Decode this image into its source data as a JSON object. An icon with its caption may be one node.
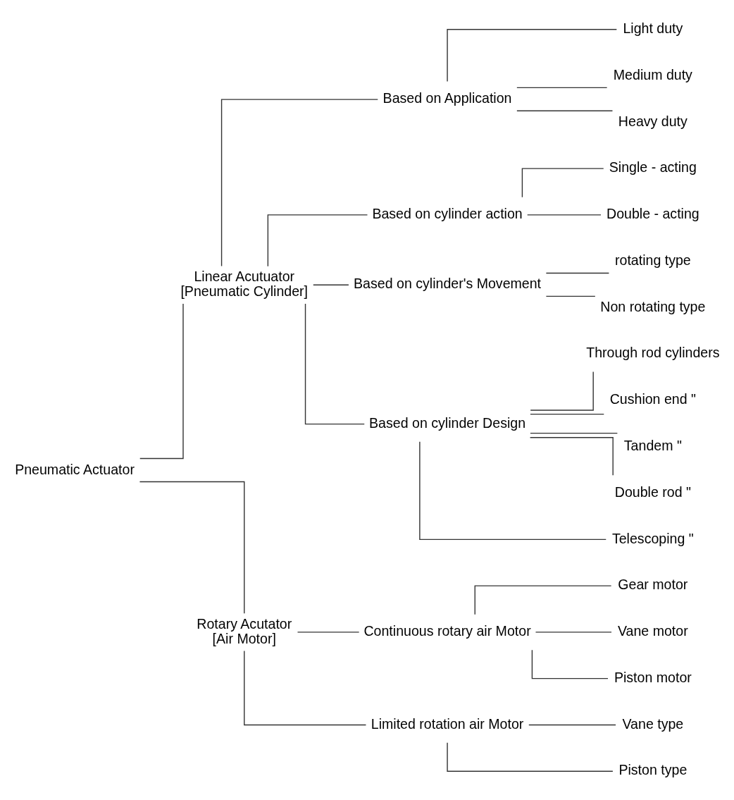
{
  "diagram": {
    "nodes": [
      {
        "text": [
          "Pneumatic Actuator"
        ]
      },
      {
        "text": [
          "Linear Acutuator",
          "[Pneumatic Cylinder]"
        ]
      },
      {
        "text": [
          "Rotary Acutator",
          "[Air Motor]"
        ]
      },
      {
        "text": [
          "Based on Application"
        ]
      },
      {
        "text": [
          "Light duty"
        ]
      },
      {
        "text": [
          "Medium duty"
        ]
      },
      {
        "text": [
          "Heavy duty"
        ]
      },
      {
        "text": [
          "Based on cylinder action"
        ]
      },
      {
        "text": [
          "Single - acting"
        ]
      },
      {
        "text": [
          "Double - acting"
        ]
      },
      {
        "text": [
          "Based on cylinder's Movement"
        ]
      },
      {
        "text": [
          "rotating type"
        ]
      },
      {
        "text": [
          "Non rotating type"
        ]
      },
      {
        "text": [
          "Based on cylinder Design"
        ]
      },
      {
        "text": [
          "Through rod cylinders"
        ]
      },
      {
        "text": [
          "Cushion end \""
        ]
      },
      {
        "text": [
          "Tandem \""
        ]
      },
      {
        "text": [
          "Double rod \""
        ]
      },
      {
        "text": [
          "Telescoping \""
        ]
      },
      {
        "text": [
          "Continuous rotary air Motor"
        ]
      },
      {
        "text": [
          "Gear motor"
        ]
      },
      {
        "text": [
          "Vane motor"
        ]
      },
      {
        "text": [
          "Piston motor"
        ]
      },
      {
        "text": [
          "Limited rotation air Motor"
        ]
      },
      {
        "text": [
          "Vane type"
        ]
      },
      {
        "text": [
          "Piston type"
        ]
      }
    ],
    "edges": [
      {
        "from": 0,
        "to": 1,
        "arrow": "none"
      },
      {
        "from": 0,
        "to": 2,
        "arrow": "none"
      },
      {
        "from": 1,
        "to": 3,
        "arrow": "none"
      },
      {
        "from": 3,
        "to": 4,
        "arrow": "none"
      },
      {
        "from": 3,
        "to": 5,
        "arrow": "none"
      },
      {
        "from": 3,
        "to": 6,
        "arrow": "none"
      },
      {
        "from": 1,
        "to": 7,
        "arrow": "none"
      },
      {
        "from": 7,
        "to": 8,
        "arrow": "none"
      },
      {
        "from": 7,
        "to": 9,
        "arrow": "none"
      },
      {
        "from": 1,
        "to": 10,
        "arrow": "none"
      },
      {
        "from": 10,
        "to": 11,
        "arrow": "none"
      },
      {
        "from": 10,
        "to": 12,
        "arrow": "none"
      },
      {
        "from": 1,
        "to": 13,
        "arrow": "none"
      },
      {
        "from": 13,
        "to": 14,
        "arrow": "none"
      },
      {
        "from": 13,
        "to": 15,
        "arrow": "none"
      },
      {
        "from": 13,
        "to": 16,
        "arrow": "none"
      },
      {
        "from": 13,
        "to": 17,
        "arrow": "none"
      },
      {
        "from": 13,
        "to": 18,
        "arrow": "none"
      },
      {
        "from": 2,
        "to": 19,
        "arrow": "none"
      },
      {
        "from": 19,
        "to": 20,
        "arrow": "none"
      },
      {
        "from": 19,
        "to": 21,
        "arrow": "none"
      },
      {
        "from": 19,
        "to": 22,
        "arrow": "none"
      },
      {
        "from": 2,
        "to": 23,
        "arrow": "none"
      },
      {
        "from": 23,
        "to": 24,
        "arrow": "none"
      },
      {
        "from": 23,
        "to": 25,
        "arrow": "none"
      }
    ]
  }
}
